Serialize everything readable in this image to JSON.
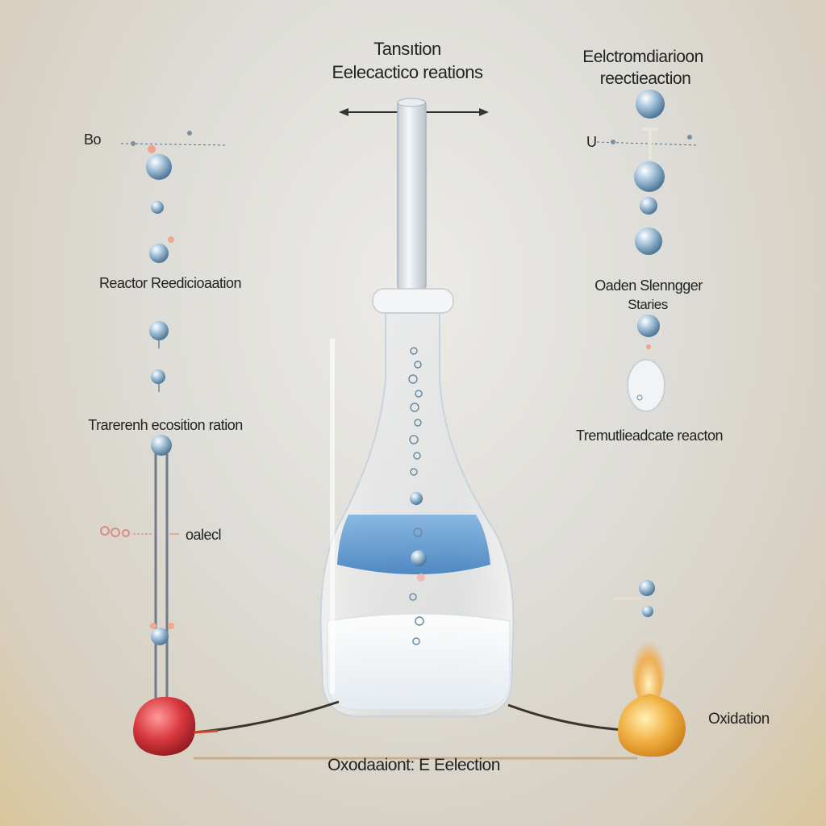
{
  "labels": {
    "top_center_line1": "Tansıtion",
    "top_center_line2": "Eelecactico reations",
    "top_right_line1": "Eelctromdiarioon",
    "top_right_line2": "reectieaction",
    "left_b_mark": "Bo",
    "right_u_mark": "U",
    "left_reactor": "Reactor Reedicioaation",
    "right_oaden_line1": "Oaden Slenngger",
    "right_oaden_line2": "Staries",
    "left_transition": "Trarerenh ecosition ration",
    "right_transition": "Tremutlieadcate reacton",
    "left_oalecl": "oalecl",
    "right_oxidation": "Oxidation",
    "bottom_center": "Oxodaaiont: E Eelection"
  },
  "colors": {
    "sphere_blue": "#8fb4d4",
    "liquid_blue": "#4f8fcb",
    "red_bulb": "#d8383e",
    "amber_bulb": "#f2b244",
    "glass_edge": "#c9d3dc"
  }
}
